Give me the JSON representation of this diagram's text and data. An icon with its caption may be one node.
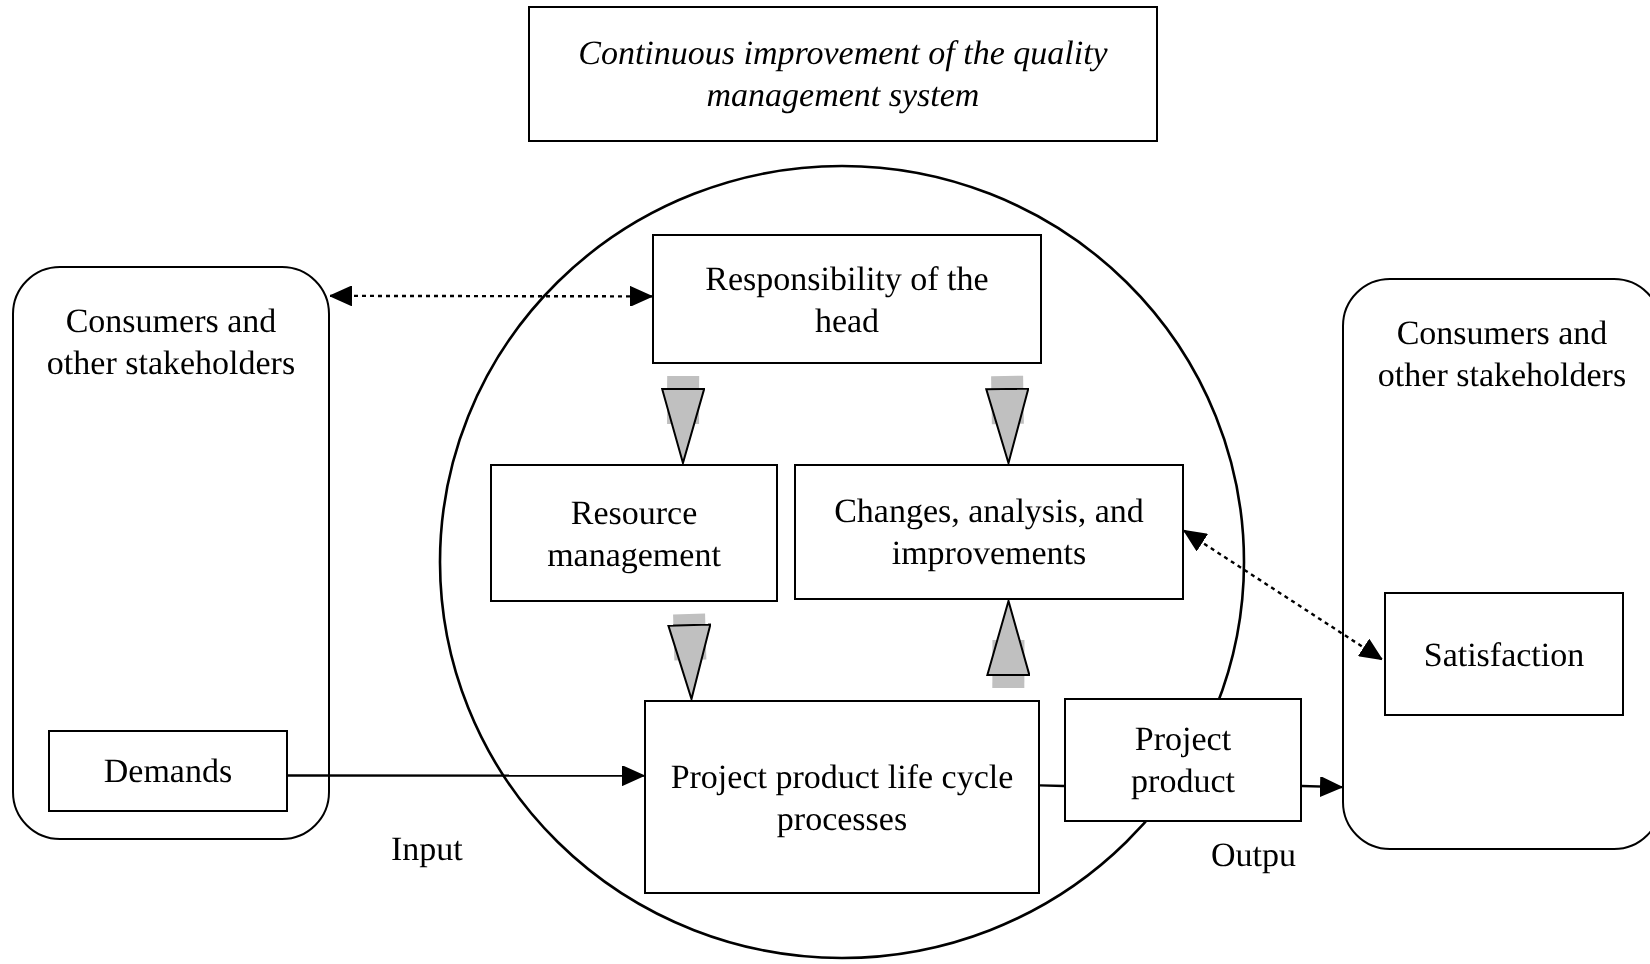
{
  "diagram": {
    "nodes": [
      {
        "text": [
          "Continuous improvement of the quality management system"
        ]
      },
      {
        "text": [],
        "shape": "circle"
      },
      {
        "text": [
          "Consumers and other stakeholders"
        ]
      },
      {
        "text": [
          "Demands"
        ],
        "in": 2
      },
      {
        "text": [
          "Responsibility of the head"
        ],
        "in": 1
      },
      {
        "text": [
          "Resource management"
        ],
        "in": 1
      },
      {
        "text": [
          "Changes, analysis, and improvements"
        ],
        "in": 1
      },
      {
        "text": [
          "Project product life cycle processes"
        ],
        "in": 1
      },
      {
        "text": [
          "Project product"
        ]
      },
      {
        "text": [
          "Consumers and other stakeholders"
        ]
      },
      {
        "text": [
          "Satisfaction"
        ],
        "in": 9
      }
    ],
    "edges": [
      {
        "from": 2,
        "to": 4,
        "arrow": "both",
        "style": "dashed"
      },
      {
        "from": 4,
        "to": 5,
        "arrow": "to",
        "style": "thick",
        "color": "#c0c0c0"
      },
      {
        "from": 4,
        "to": 6,
        "arrow": "to",
        "style": "thick",
        "color": "#c0c0c0"
      },
      {
        "from": 5,
        "to": 7,
        "arrow": "to",
        "style": "thick",
        "color": "#c0c0c0"
      },
      {
        "from": 7,
        "to": 6,
        "arrow": "to",
        "style": "thick",
        "color": "#c0c0c0"
      },
      {
        "from": 3,
        "to": 7,
        "arrow": "to",
        "label": "Input"
      },
      {
        "from": 7,
        "to": 8,
        "arrow": "none"
      },
      {
        "from": 8,
        "to": 9,
        "arrow": "to",
        "label": "Outpu"
      },
      {
        "from": 6,
        "to": 10,
        "arrow": "both",
        "style": "dashed"
      }
    ]
  }
}
